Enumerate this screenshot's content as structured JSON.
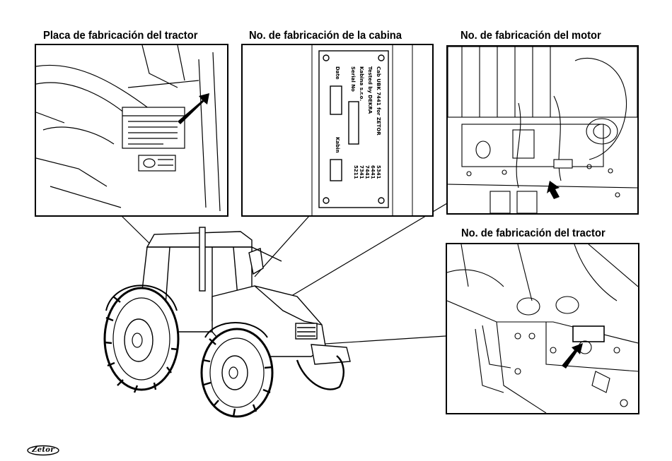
{
  "headings": {
    "tractor_plate": "Placa de fabricación del tractor",
    "cab_number": "No. de fabricación de la cabina",
    "engine_number": "No. de fabricación del motor",
    "tractor_number": "No. de fabricación del tractor"
  },
  "cab_plate": {
    "line1": "Cab UBK 7441 for ZETOR",
    "line2": "Tested by DEKRA",
    "line3": "Kabina s.r.o.",
    "serial_label": "Serial No",
    "date_label": "Date",
    "kabin_label": "Kabin",
    "models": [
      "5341",
      "6441",
      "7441",
      "7341",
      "5211"
    ]
  },
  "footer": {
    "logo_text": "Zetor"
  },
  "colors": {
    "ink": "#000000",
    "paper": "#ffffff"
  }
}
